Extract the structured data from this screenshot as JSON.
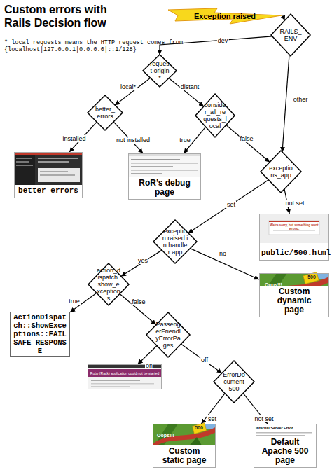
{
  "diagram": {
    "title": "Custom errors with Rails Decision flow",
    "nodes": [
      {
        "text": [
          "Exception raised"
        ]
      },
      {
        "text": [
          "RAILS_ENV"
        ]
      },
      {
        "text": [
          "request origin*"
        ]
      },
      {
        "text": [
          "better_errors"
        ]
      },
      {
        "text": [
          "consider_all_requests_local"
        ]
      },
      {
        "text": [
          "better_errors"
        ]
      },
      {
        "text": [
          "RoR’s debug page"
        ]
      },
      {
        "text": [
          "exceptions_app"
        ]
      },
      {
        "text": [
          "public/500.html"
        ]
      },
      {
        "text": [
          "exception raised in handler app"
        ]
      },
      {
        "text": [
          "Custom dynamic page"
        ]
      },
      {
        "text": [
          "action_dispatch.show_exceptions"
        ]
      },
      {
        "text": [
          "ActionDispatch::ShowExceptions::FAILSAFE_RESPONSE"
        ]
      },
      {
        "text": [
          "PassengerFriendlyErrorPages"
        ]
      },
      {
        "text": [
          "Ruby (Rack) application could not be started"
        ]
      },
      {
        "text": [
          "ErrorDocument 500"
        ]
      },
      {
        "text": [
          "Custom static page"
        ]
      },
      {
        "text": [
          "Default Apache 500 page"
        ]
      }
    ],
    "edges": [
      {
        "from": 0,
        "to": 1,
        "arrow": "to"
      },
      {
        "from": 1,
        "to": 2,
        "label": "dev",
        "arrow": "to"
      },
      {
        "from": 1,
        "to": 7,
        "label": "other",
        "arrow": "to"
      },
      {
        "from": 2,
        "to": 3,
        "label": "local*",
        "arrow": "to"
      },
      {
        "from": 2,
        "to": 4,
        "label": "distant",
        "arrow": "to"
      },
      {
        "from": 3,
        "to": 5,
        "label": "installed",
        "arrow": "to"
      },
      {
        "from": 3,
        "to": 6,
        "label": "not installed",
        "arrow": "to"
      },
      {
        "from": 4,
        "to": 6,
        "label": "true",
        "arrow": "to"
      },
      {
        "from": 4,
        "to": 7,
        "label": "false",
        "arrow": "to"
      },
      {
        "from": 7,
        "to": 9,
        "label": "set",
        "arrow": "to"
      },
      {
        "from": 7,
        "to": 8,
        "label": "not set",
        "arrow": "to"
      },
      {
        "from": 9,
        "to": 11,
        "label": "yes",
        "arrow": "to"
      },
      {
        "from": 9,
        "to": 10,
        "label": "no",
        "arrow": "to"
      },
      {
        "from": 11,
        "to": 12,
        "label": "true",
        "arrow": "to"
      },
      {
        "from": 11,
        "to": 13,
        "label": "false",
        "arrow": "to"
      },
      {
        "from": 13,
        "to": 14,
        "label": "on",
        "arrow": "to"
      },
      {
        "from": 13,
        "to": 15,
        "label": "off",
        "arrow": "to"
      },
      {
        "from": 15,
        "to": 16,
        "label": "set",
        "arrow": "to"
      },
      {
        "from": 15,
        "to": 17,
        "label": "not set",
        "arrow": "to"
      }
    ],
    "labels": [
      "* local requests means the HTTP request comes from {localhost|127.0.0.1|0.0.0.0|::1/128}",
      "We're sorry, but something went wrong.",
      "Oops!!!",
      "500",
      "Oops!!!",
      "500",
      "Internal Server Error"
    ]
  }
}
